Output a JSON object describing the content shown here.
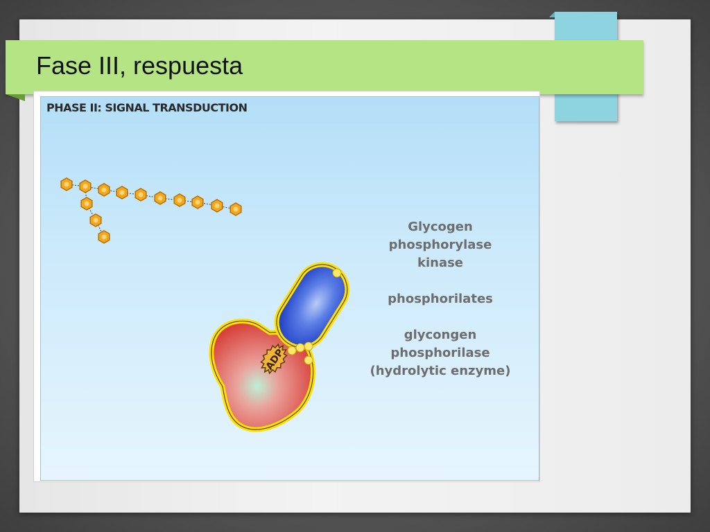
{
  "slide": {
    "title": "Fase III, respuesta"
  },
  "figure": {
    "phase_label": "PHASE II: SIGNAL TRANSDUCTION",
    "description": {
      "enzyme_lines": [
        "Glycogen",
        "phosphorylase",
        "kinase"
      ],
      "action_line": "phosphorilates",
      "target_lines": [
        "glycongen",
        "phosphorilase",
        "(hydrolytic enzyme)"
      ]
    },
    "molecule_label": "ADP"
  },
  "colors": {
    "title_band": "#b5e484",
    "accent_tab": "#8dd3e0",
    "glucose_unit": "#f2a81d",
    "blue_subunit": "#2f56d6",
    "red_subunit": "#e24c45",
    "outline_yellow": "#ffe000"
  }
}
